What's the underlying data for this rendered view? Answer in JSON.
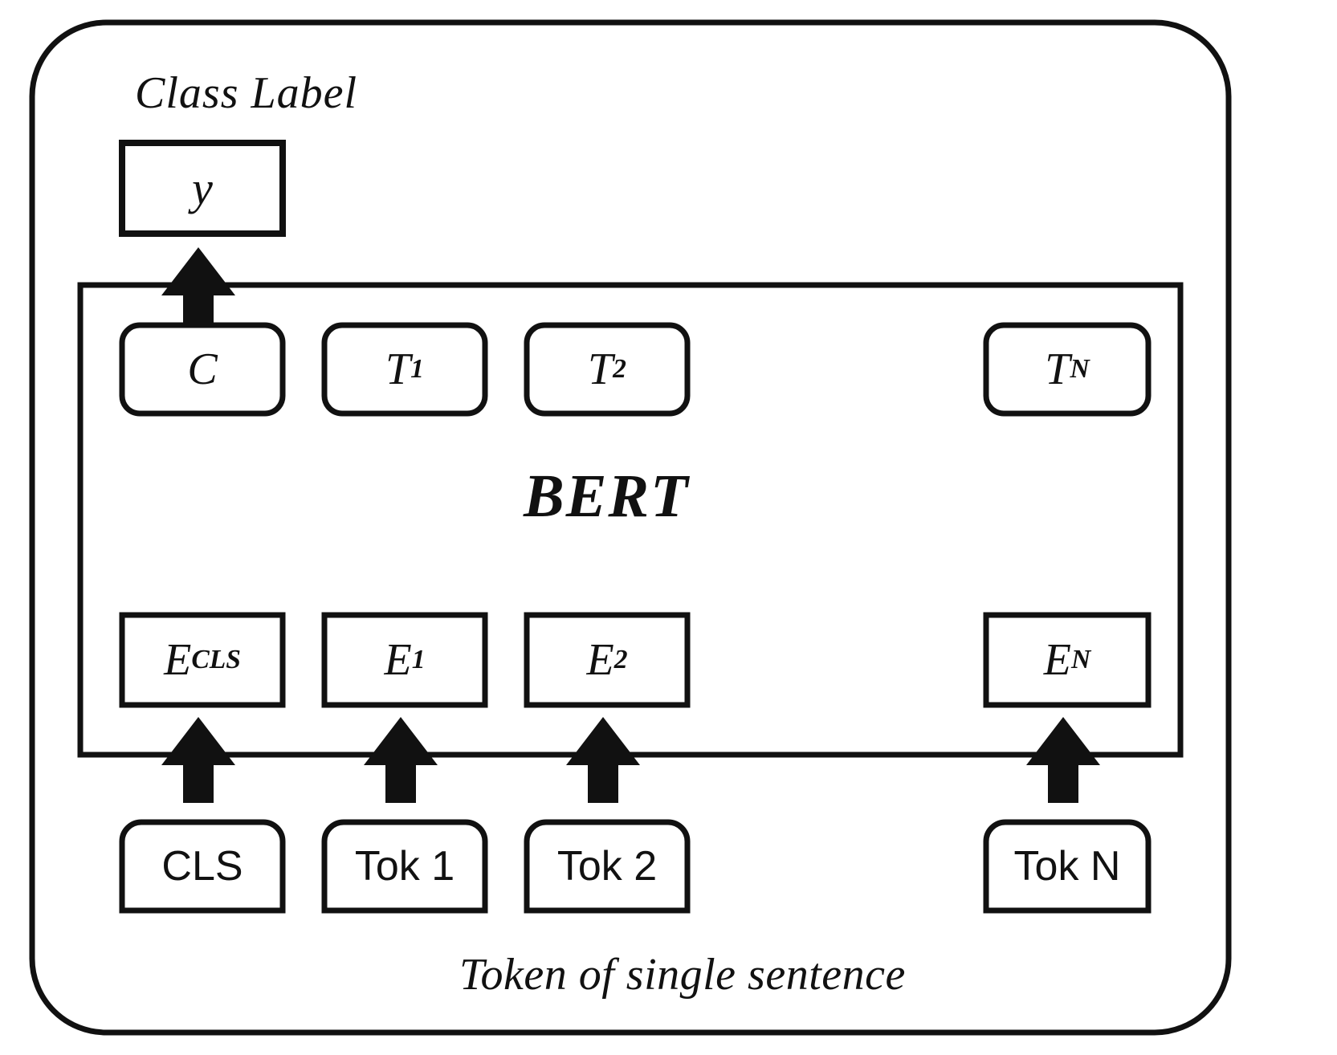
{
  "diagram": {
    "title_top": "Class Label",
    "title_bottom": "Token of  single sentence",
    "model_name": "BERT",
    "stroke_color": "#111111",
    "fill_color": "#ffffff",
    "output_box": {
      "label": "y"
    },
    "output_row": {
      "items": [
        {
          "base": "C",
          "sub": ""
        },
        {
          "base": "T",
          "sub": "1"
        },
        {
          "base": "T",
          "sub": "2"
        },
        {
          "base": "T",
          "sub": "N"
        }
      ]
    },
    "embedding_row": {
      "items": [
        {
          "base": "E",
          "sub": "CLS"
        },
        {
          "base": "E",
          "sub": "1"
        },
        {
          "base": "E",
          "sub": "2"
        },
        {
          "base": "E",
          "sub": "N"
        }
      ]
    },
    "token_row": {
      "items": [
        {
          "label": "CLS"
        },
        {
          "label": "Tok 1"
        },
        {
          "label": "Tok 2"
        },
        {
          "label": "Tok N"
        }
      ]
    },
    "arrows": {
      "up_to_output": "arrow-up",
      "up_into_bert": "arrow-up"
    }
  }
}
